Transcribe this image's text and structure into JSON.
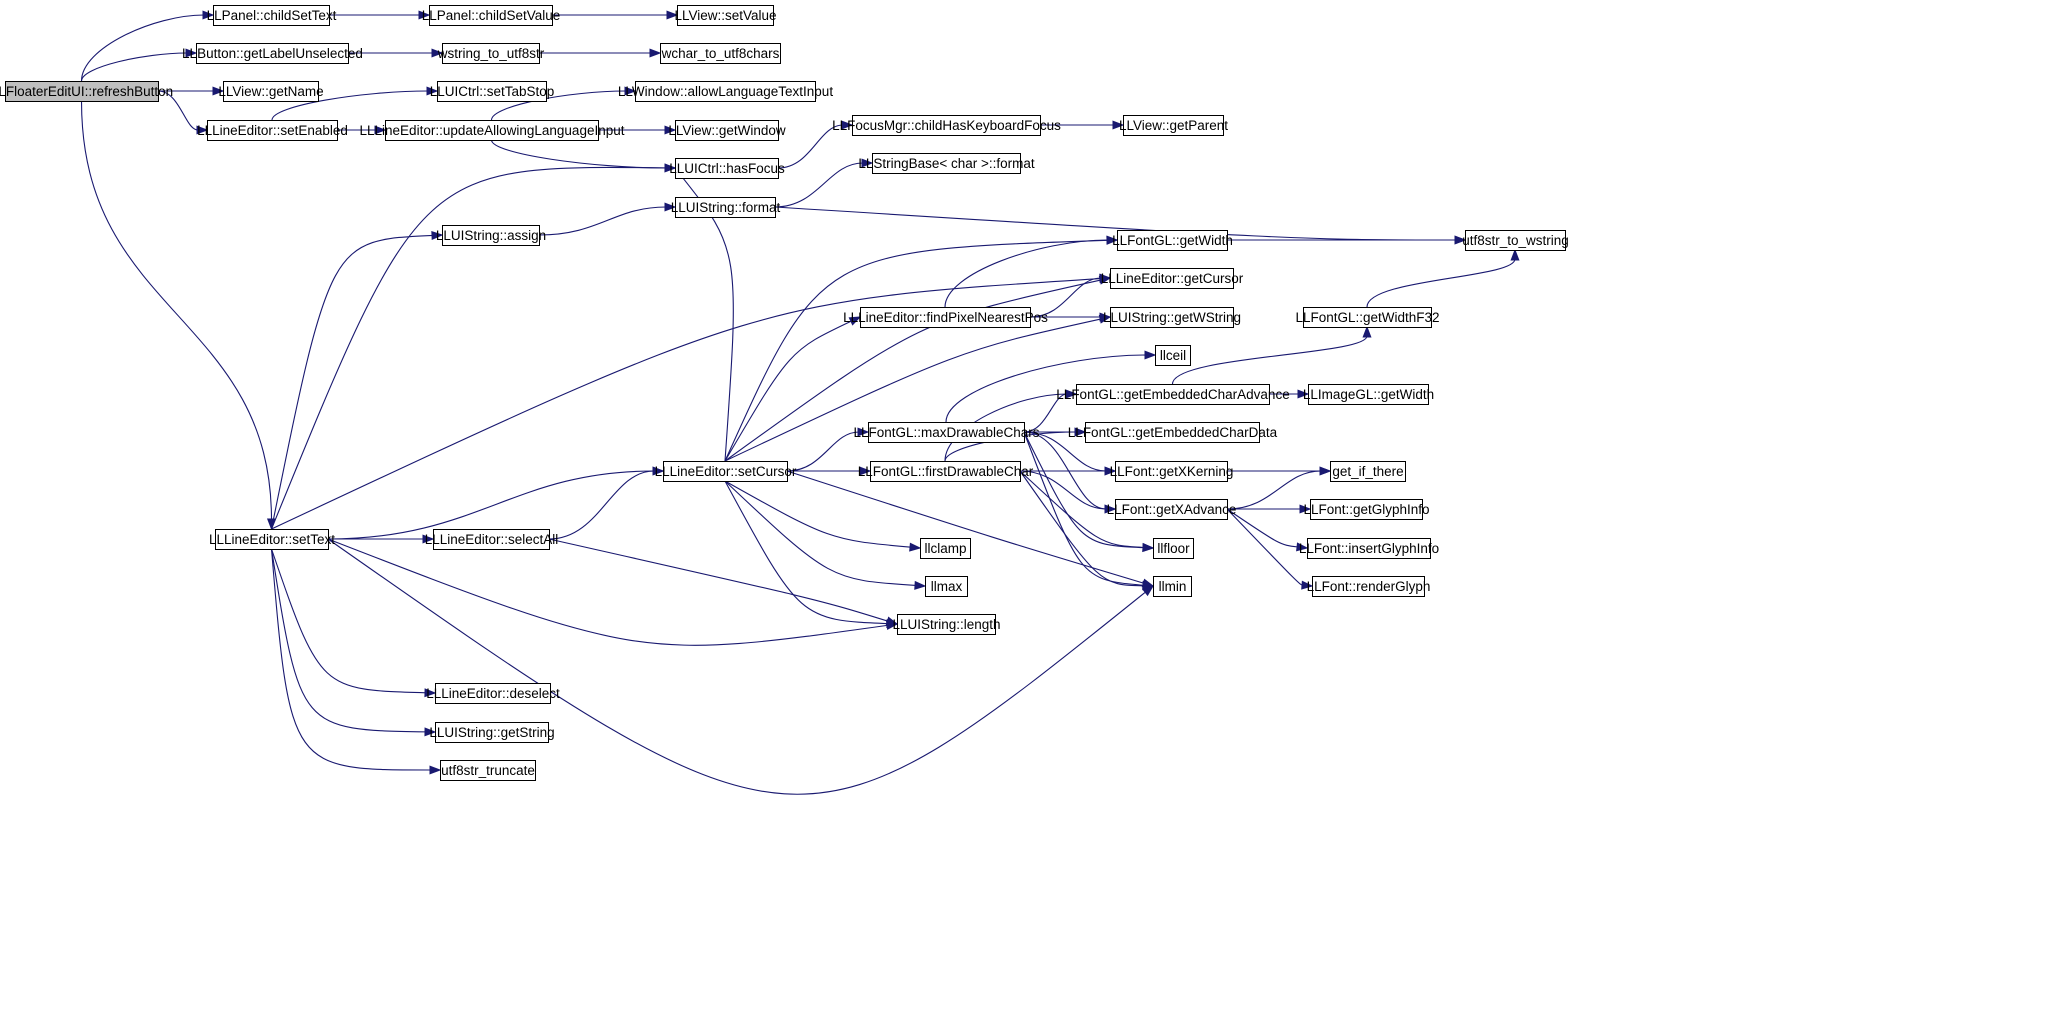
{
  "diagram": {
    "type": "call-graph",
    "root": "LLFloaterEditUI::refreshButton",
    "colors": {
      "edge": "#191970",
      "root_fill": "#bfbfbf",
      "node_fill": "#ffffff",
      "node_border": "#000000"
    },
    "nodes": [
      {
        "id": "refreshButton",
        "label": "LLFloaterEditUI::refreshButton"
      },
      {
        "id": "panelChildSetText",
        "label": "LLPanel::childSetText"
      },
      {
        "id": "panelChildSetValue",
        "label": "LLPanel::childSetValue"
      },
      {
        "id": "viewSetValue",
        "label": "LLView::setValue"
      },
      {
        "id": "buttonGetLabelUnselected",
        "label": "LLButton::getLabelUnselected"
      },
      {
        "id": "wstringToUtf8str",
        "label": "wstring_to_utf8str"
      },
      {
        "id": "wcharToUtf8chars",
        "label": "wchar_to_utf8chars"
      },
      {
        "id": "viewGetName",
        "label": "LLView::getName"
      },
      {
        "id": "uictrlSetTabStop",
        "label": "LLUICtrl::setTabStop"
      },
      {
        "id": "windowAllowLanguageTextInput",
        "label": "LLWindow::allowLanguageTextInput"
      },
      {
        "id": "lineEditorSetEnabled",
        "label": "LLLineEditor::setEnabled"
      },
      {
        "id": "lineEditorUpdateAllowingLanguageInput",
        "label": "LLLineEditor::updateAllowingLanguageInput"
      },
      {
        "id": "viewGetWindow",
        "label": "LLView::getWindow"
      },
      {
        "id": "focusMgrChildHasKeyboardFocus",
        "label": "LLFocusMgr::childHasKeyboardFocus"
      },
      {
        "id": "viewGetParent",
        "label": "LLView::getParent"
      },
      {
        "id": "uictrlHasFocus",
        "label": "LLUICtrl::hasFocus"
      },
      {
        "id": "stringBaseFormat",
        "label": "LLStringBase< char >::format"
      },
      {
        "id": "uistringFormat",
        "label": "LLUIString::format"
      },
      {
        "id": "uistringAssign",
        "label": "LLUIString::assign"
      },
      {
        "id": "fontGLGetWidth",
        "label": "LLFontGL::getWidth"
      },
      {
        "id": "utf8strToWstring",
        "label": "utf8str_to_wstring"
      },
      {
        "id": "lineEditorGetCursor",
        "label": "LLLineEditor::getCursor"
      },
      {
        "id": "lineEditorFindPixelNearestPos",
        "label": "LLLineEditor::findPixelNearestPos"
      },
      {
        "id": "uistringGetWString",
        "label": "LLUIString::getWString"
      },
      {
        "id": "fontGLGetWidthF32",
        "label": "LLFontGL::getWidthF32"
      },
      {
        "id": "llceil",
        "label": "llceil"
      },
      {
        "id": "fontGLGetEmbeddedCharAdvance",
        "label": "LLFontGL::getEmbeddedCharAdvance"
      },
      {
        "id": "imageGLGetWidth",
        "label": "LLImageGL::getWidth"
      },
      {
        "id": "fontGLMaxDrawableChars",
        "label": "LLFontGL::maxDrawableChars"
      },
      {
        "id": "fontGLGetEmbeddedCharData",
        "label": "LLFontGL::getEmbeddedCharData"
      },
      {
        "id": "lineEditorSetCursor",
        "label": "LLLineEditor::setCursor"
      },
      {
        "id": "fontGLFirstDrawableChar",
        "label": "LLFontGL::firstDrawableChar"
      },
      {
        "id": "fontGetXKerning",
        "label": "LLFont::getXKerning"
      },
      {
        "id": "getIfThere",
        "label": "get_if_there"
      },
      {
        "id": "fontGetXAdvance",
        "label": "LLFont::getXAdvance"
      },
      {
        "id": "fontGetGlyphInfo",
        "label": "LLFont::getGlyphInfo"
      },
      {
        "id": "lineEditorSetText",
        "label": "LLLineEditor::setText"
      },
      {
        "id": "lineEditorSelectAll",
        "label": "LLLineEditor::selectAll"
      },
      {
        "id": "llclamp",
        "label": "llclamp"
      },
      {
        "id": "llfloor",
        "label": "llfloor"
      },
      {
        "id": "fontInsertGlyphInfo",
        "label": "LLFont::insertGlyphInfo"
      },
      {
        "id": "llmax",
        "label": "llmax"
      },
      {
        "id": "llmin",
        "label": "llmin"
      },
      {
        "id": "fontRenderGlyph",
        "label": "LLFont::renderGlyph"
      },
      {
        "id": "uistringLength",
        "label": "LLUIString::length"
      },
      {
        "id": "lineEditorDeselect",
        "label": "LLLineEditor::deselect"
      },
      {
        "id": "uistringGetString",
        "label": "LLUIString::getString"
      },
      {
        "id": "utf8strTruncate",
        "label": "utf8str_truncate"
      }
    ],
    "edges": [
      {
        "from": "refreshButton",
        "to": "panelChildSetText"
      },
      {
        "from": "refreshButton",
        "to": "buttonGetLabelUnselected"
      },
      {
        "from": "refreshButton",
        "to": "viewGetName"
      },
      {
        "from": "refreshButton",
        "to": "lineEditorSetEnabled"
      },
      {
        "from": "refreshButton",
        "to": "lineEditorSetText"
      },
      {
        "from": "panelChildSetText",
        "to": "panelChildSetValue"
      },
      {
        "from": "panelChildSetValue",
        "to": "viewSetValue"
      },
      {
        "from": "buttonGetLabelUnselected",
        "to": "wstringToUtf8str"
      },
      {
        "from": "wstringToUtf8str",
        "to": "wcharToUtf8chars"
      },
      {
        "from": "lineEditorSetEnabled",
        "to": "uictrlSetTabStop"
      },
      {
        "from": "lineEditorSetEnabled",
        "to": "lineEditorUpdateAllowingLanguageInput"
      },
      {
        "from": "lineEditorUpdateAllowingLanguageInput",
        "to": "windowAllowLanguageTextInput"
      },
      {
        "from": "lineEditorUpdateAllowingLanguageInput",
        "to": "viewGetWindow"
      },
      {
        "from": "lineEditorUpdateAllowingLanguageInput",
        "to": "uictrlHasFocus"
      },
      {
        "from": "uictrlHasFocus",
        "to": "focusMgrChildHasKeyboardFocus"
      },
      {
        "from": "focusMgrChildHasKeyboardFocus",
        "to": "viewGetParent"
      },
      {
        "from": "uistringFormat",
        "to": "stringBaseFormat"
      },
      {
        "from": "uistringFormat",
        "to": "utf8strToWstring"
      },
      {
        "from": "uistringAssign",
        "to": "uistringFormat"
      },
      {
        "from": "fontGLGetWidth",
        "to": "utf8strToWstring"
      },
      {
        "from": "lineEditorFindPixelNearestPos",
        "to": "fontGLGetWidth"
      },
      {
        "from": "lineEditorFindPixelNearestPos",
        "to": "lineEditorGetCursor"
      },
      {
        "from": "lineEditorFindPixelNearestPos",
        "to": "uistringGetWString"
      },
      {
        "from": "fontGLGetWidthF32",
        "to": "utf8strToWstring"
      },
      {
        "from": "fontGLGetEmbeddedCharAdvance",
        "to": "fontGLGetWidthF32"
      },
      {
        "from": "fontGLGetEmbeddedCharAdvance",
        "to": "imageGLGetWidth"
      },
      {
        "from": "fontGLMaxDrawableChars",
        "to": "llceil"
      },
      {
        "from": "fontGLMaxDrawableChars",
        "to": "fontGLGetEmbeddedCharAdvance"
      },
      {
        "from": "fontGLMaxDrawableChars",
        "to": "fontGLGetEmbeddedCharData"
      },
      {
        "from": "fontGLMaxDrawableChars",
        "to": "fontGetXKerning"
      },
      {
        "from": "fontGLMaxDrawableChars",
        "to": "fontGetXAdvance"
      },
      {
        "from": "fontGLMaxDrawableChars",
        "to": "llfloor"
      },
      {
        "from": "fontGLMaxDrawableChars",
        "to": "llmin"
      },
      {
        "from": "fontGLFirstDrawableChar",
        "to": "fontGLGetEmbeddedCharAdvance"
      },
      {
        "from": "fontGLFirstDrawableChar",
        "to": "fontGLGetEmbeddedCharData"
      },
      {
        "from": "fontGLFirstDrawableChar",
        "to": "fontGetXKerning"
      },
      {
        "from": "fontGLFirstDrawableChar",
        "to": "fontGetXAdvance"
      },
      {
        "from": "fontGLFirstDrawableChar",
        "to": "llfloor"
      },
      {
        "from": "fontGLFirstDrawableChar",
        "to": "llmin"
      },
      {
        "from": "fontGetXKerning",
        "to": "getIfThere"
      },
      {
        "from": "fontGetXAdvance",
        "to": "getIfThere"
      },
      {
        "from": "fontGetXAdvance",
        "to": "fontGetGlyphInfo"
      },
      {
        "from": "fontGetXAdvance",
        "to": "fontInsertGlyphInfo"
      },
      {
        "from": "fontGetXAdvance",
        "to": "fontRenderGlyph"
      },
      {
        "from": "lineEditorSetCursor",
        "to": "uictrlHasFocus"
      },
      {
        "from": "lineEditorSetCursor",
        "to": "fontGLGetWidth"
      },
      {
        "from": "lineEditorSetCursor",
        "to": "lineEditorFindPixelNearestPos"
      },
      {
        "from": "lineEditorSetCursor",
        "to": "lineEditorGetCursor"
      },
      {
        "from": "lineEditorSetCursor",
        "to": "uistringGetWString"
      },
      {
        "from": "lineEditorSetCursor",
        "to": "fontGLMaxDrawableChars"
      },
      {
        "from": "lineEditorSetCursor",
        "to": "fontGLFirstDrawableChar"
      },
      {
        "from": "lineEditorSetCursor",
        "to": "llclamp"
      },
      {
        "from": "lineEditorSetCursor",
        "to": "llmax"
      },
      {
        "from": "lineEditorSetCursor",
        "to": "llmin"
      },
      {
        "from": "lineEditorSetCursor",
        "to": "uistringLength"
      },
      {
        "from": "lineEditorSetText",
        "to": "uictrlHasFocus"
      },
      {
        "from": "lineEditorSetText",
        "to": "uistringAssign"
      },
      {
        "from": "lineEditorSetText",
        "to": "lineEditorGetCursor"
      },
      {
        "from": "lineEditorSetText",
        "to": "lineEditorSetCursor"
      },
      {
        "from": "lineEditorSetText",
        "to": "lineEditorSelectAll"
      },
      {
        "from": "lineEditorSetText",
        "to": "uistringLength"
      },
      {
        "from": "lineEditorSetText",
        "to": "llmin"
      },
      {
        "from": "lineEditorSetText",
        "to": "lineEditorDeselect"
      },
      {
        "from": "lineEditorSetText",
        "to": "uistringGetString"
      },
      {
        "from": "lineEditorSetText",
        "to": "utf8strTruncate"
      },
      {
        "from": "lineEditorSelectAll",
        "to": "lineEditorSetCursor"
      },
      {
        "from": "lineEditorSelectAll",
        "to": "uistringLength"
      }
    ]
  }
}
